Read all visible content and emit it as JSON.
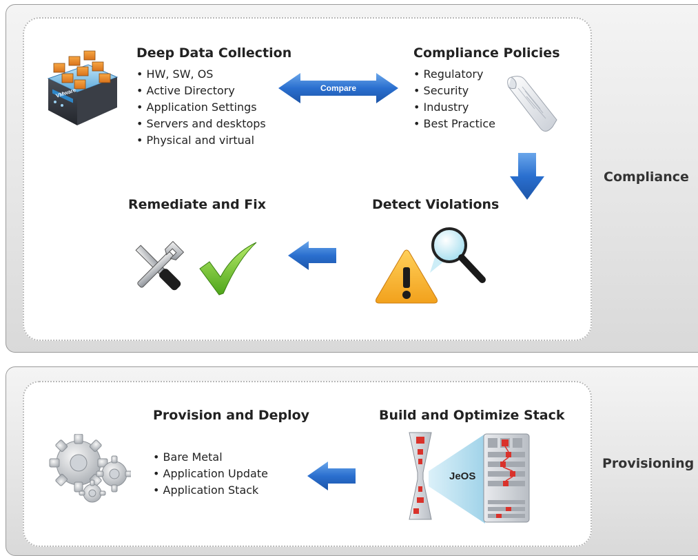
{
  "compliance": {
    "side_label": "Compliance",
    "data_collection": {
      "title": "Deep Data Collection",
      "items": [
        "HW, SW, OS",
        "Active Directory",
        "Application Settings",
        "Servers and desktops",
        "Physical and virtual"
      ],
      "server_brand": "VMware"
    },
    "compare_label": "Compare",
    "policies": {
      "title": "Compliance Policies",
      "items": [
        "Regulatory",
        "Security",
        "Industry",
        "Best Practice"
      ]
    },
    "detect": {
      "title": "Detect Violations"
    },
    "remediate": {
      "title": "Remediate and Fix"
    }
  },
  "provisioning": {
    "side_label": "Provisioning",
    "deploy": {
      "title": "Provision and Deploy",
      "items": [
        "Bare Metal",
        "Application Update",
        "Application Stack"
      ]
    },
    "build": {
      "title": "Build and Optimize Stack",
      "jeos_label": "JeOS"
    }
  },
  "colors": {
    "arrow_blue": "#2a6fcf",
    "warning_orange": "#f2a11c",
    "check_green": "#4ea51a",
    "stack_red": "#d9322b"
  },
  "icons": [
    "server-stack-icon",
    "scroll-icon",
    "warning-icon",
    "magnifier-icon",
    "tools-icon",
    "checkmark-icon",
    "gears-icon",
    "jeos-icon",
    "rack-icon"
  ]
}
